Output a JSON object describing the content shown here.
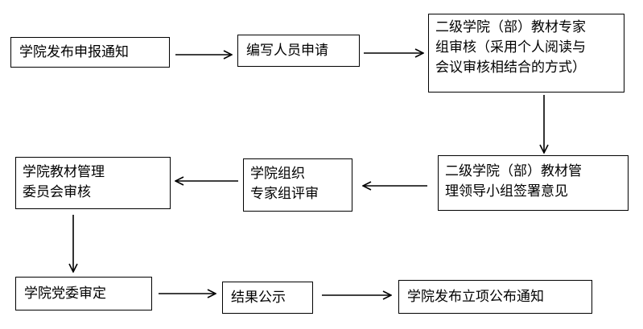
{
  "flow": {
    "row1": {
      "n1": "学院发布申报通知",
      "n2": "编写人员申请",
      "n3_lines": [
        "二级学院（部）教材专家",
        "组审核（采用个人阅读与",
        "会议审核相结合的方式）"
      ]
    },
    "row2": {
      "n4_lines": [
        "学院教材管理",
        "委员会审核"
      ],
      "n5_lines": [
        "学院组织",
        "专家组评审"
      ],
      "n6_lines": [
        "二级学院（部）教材管",
        "理领导小组签署意见"
      ]
    },
    "row3": {
      "n7": "学院党委审定",
      "n8": "结果公示",
      "n9": "学院发布立项公布通知"
    }
  }
}
